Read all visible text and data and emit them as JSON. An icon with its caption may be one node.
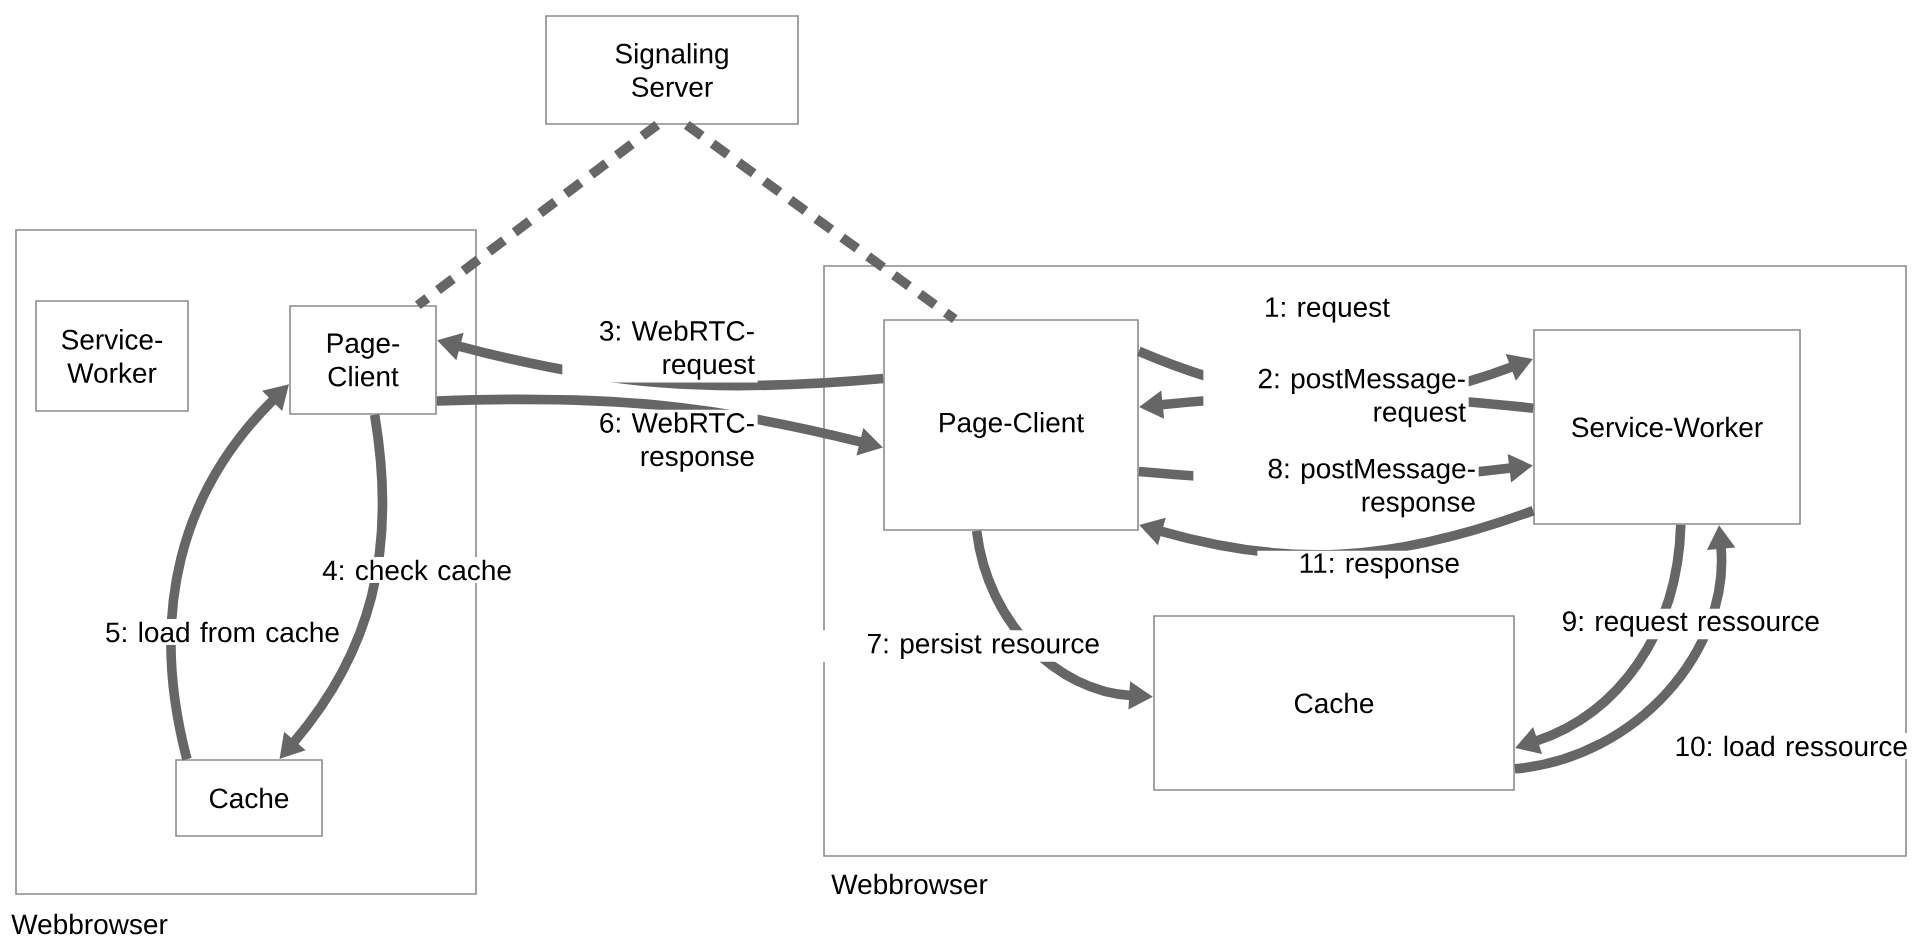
{
  "diagram": {
    "nodes": [
      {
        "text": [
          "Signaling Server"
        ]
      },
      {
        "text": [
          "Webbrowser"
        ]
      },
      {
        "text": [
          "Service-Worker"
        ],
        "in": 1
      },
      {
        "text": [
          "Page-Client"
        ],
        "in": 1
      },
      {
        "text": [
          "Cache"
        ],
        "in": 1
      },
      {
        "text": [
          "Webbrowser"
        ]
      },
      {
        "text": [
          "Page-Client"
        ],
        "in": 5
      },
      {
        "text": [
          "Service-Worker"
        ],
        "in": 5
      },
      {
        "text": [
          "Cache"
        ],
        "in": 5
      }
    ],
    "edges": [
      {
        "from": 0,
        "to": 3,
        "arrow": "none",
        "style": "dashed"
      },
      {
        "from": 0,
        "to": 6,
        "arrow": "none",
        "style": "dashed"
      },
      {
        "from": 6,
        "to": 3,
        "arrow": "to",
        "label": "3: WebRTC-request"
      },
      {
        "from": 3,
        "to": 6,
        "arrow": "to",
        "label": "6: WebRTC-response"
      },
      {
        "from": 3,
        "to": 4,
        "arrow": "to",
        "label": "4: check cache"
      },
      {
        "from": 4,
        "to": 3,
        "arrow": "to",
        "label": "5: load from cache"
      },
      {
        "from": 6,
        "to": 7,
        "arrow": "to",
        "label": "1: request"
      },
      {
        "from": 7,
        "to": 6,
        "arrow": "to",
        "label": "2: postMessage-request"
      },
      {
        "from": 6,
        "to": 7,
        "arrow": "to",
        "label": "8: postMessage-response"
      },
      {
        "from": 7,
        "to": 6,
        "arrow": "to",
        "label": "11: response"
      },
      {
        "from": 6,
        "to": 8,
        "arrow": "to",
        "label": "7: persist resource"
      },
      {
        "from": 7,
        "to": 8,
        "arrow": "to",
        "label": "9: request ressource"
      },
      {
        "from": 8,
        "to": 7,
        "arrow": "to",
        "label": "10: load ressource"
      }
    ]
  }
}
